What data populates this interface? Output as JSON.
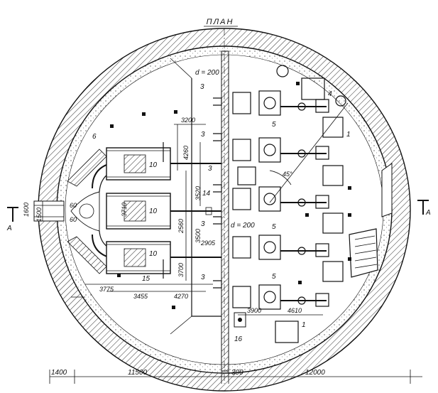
{
  "title": "ПЛАН",
  "section_mark": "А",
  "diameter_labels": [
    "d = 200",
    "d = 200"
  ],
  "angle_label": "45°",
  "callouts": {
    "c1": "1",
    "c2": "1",
    "c3a": "3",
    "c3b": "3",
    "c3c": "3",
    "c3d": "3",
    "c3e": "3",
    "c4": "4",
    "c5a": "5",
    "c5b": "5",
    "c5c": "5",
    "c6": "6",
    "c10a": "10",
    "c10b": "10",
    "c10c": "10",
    "c14": "14",
    "c15": "15",
    "c16": "16",
    "c60a": "60",
    "c60b": "60"
  },
  "dimensions": {
    "d3200": "3200",
    "d4260": "4260",
    "d3520": "3520",
    "d3500": "3500",
    "d3710": "3710",
    "d2560": "2560",
    "d2905": "2905",
    "d3700": "3700",
    "d3775": "3775",
    "d3455": "3455",
    "d4270": "4270",
    "d3900": "3900",
    "d4610": "4610",
    "d1600": "1600",
    "d1500": "1500",
    "b1400": "1400",
    "b11500": "11500",
    "b300": "300",
    "b12000": "12000"
  }
}
